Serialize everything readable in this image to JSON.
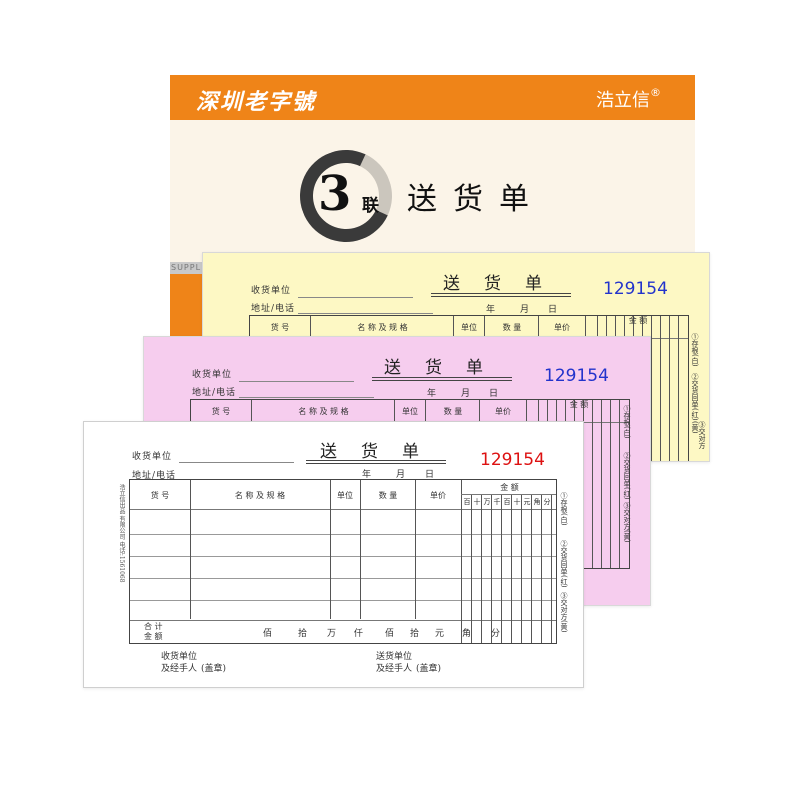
{
  "cover": {
    "brand_left": "深圳老字號",
    "brand_right": "浩立信",
    "brand_reg": "®",
    "supply": "SUPPL",
    "number": "3",
    "lian": "联",
    "title": "送货单"
  },
  "form": {
    "title": "送货单",
    "number": "129154",
    "receiver_label": "收货单位",
    "address_label": "地址/电话",
    "date_year": "年",
    "date_month": "月",
    "date_day": "日",
    "columns": {
      "code": "货 号",
      "name": "名 称 及 规 格",
      "unit": "单位",
      "qty": "数 量",
      "price": "单价",
      "amount": "金 额"
    },
    "amount_digits": [
      "百",
      "十",
      "万",
      "千",
      "百",
      "十",
      "元",
      "角",
      "分"
    ],
    "total_label_1": "合 计",
    "total_label_2": "金 额",
    "total_units": [
      "佰",
      "拾",
      "万",
      "仟",
      "佰",
      "拾",
      "元",
      "角",
      "分"
    ],
    "receiver_sign_1": "收货单位",
    "receiver_sign_2": "及经手人",
    "sender_sign_1": "送货单位",
    "sender_sign_2": "及经手人",
    "stamp": "(盖章)",
    "side_copies": [
      "①存根(白)",
      "②交货回单(红)",
      "③交对方(黄)"
    ],
    "left_note": "浩立信出品  有限公司  电话:1561068"
  },
  "colors": {
    "orange": "#ef8418",
    "yellow_sheet": "#fdf8c4",
    "pink_sheet": "#f6cdee",
    "number_blue": "#2233cc",
    "number_red": "#dd1111"
  }
}
